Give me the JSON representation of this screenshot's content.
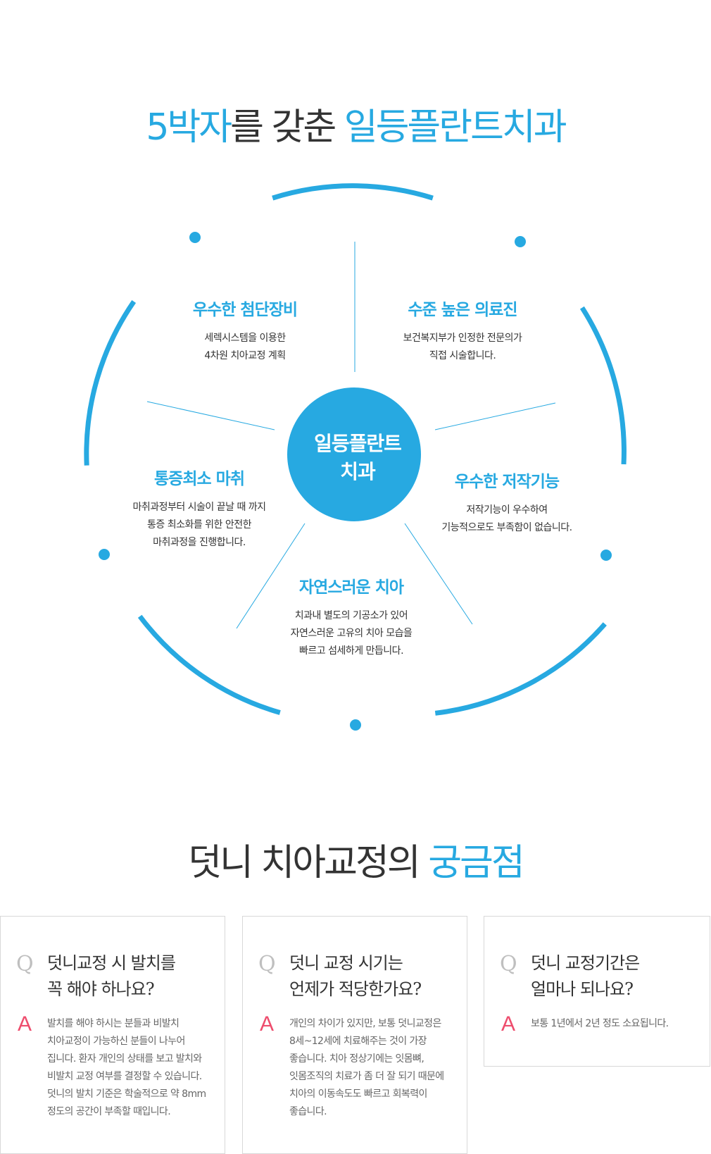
{
  "section1": {
    "title_blue1": "5박자",
    "title_mid": "를 갖춘 ",
    "title_blue2": "일등플란트치과"
  },
  "diagram": {
    "center_line1": "일등플란트",
    "center_line2": "치과",
    "colors": {
      "accent": "#27a9e1"
    },
    "features": [
      {
        "title": "우수한 첨단장비",
        "desc": "세렉시스템을 이용한\n4차원 치아교정 계획"
      },
      {
        "title": "수준 높은 의료진",
        "desc": "보건복지부가 인정한 전문의가\n직접 시술합니다."
      },
      {
        "title": "통증최소 마취",
        "desc": "마취과정부터 시술이 끝날 때 까지\n통증 최소화를 위한 안전한\n마취과정을 진행합니다."
      },
      {
        "title": "우수한 저작기능",
        "desc": "저작기능이 우수하여\n기능적으로도 부족함이 없습니다."
      },
      {
        "title": "자연스러운 치아",
        "desc": "치과내 별도의 기공소가 있어\n자연스러운 고유의 치아 모습을\n빠르고 섬세하게 만듭니다."
      }
    ]
  },
  "section2": {
    "title_main": "덧니 치아교정의 ",
    "title_blue": "궁금점"
  },
  "faq": {
    "q_mark": "Q",
    "a_mark": "A",
    "colors": {
      "q_mark": "#bfbfbf",
      "a_mark": "#ee4d6d"
    },
    "items": [
      {
        "question": "덧니교정 시 발치를\n꼭 해야 하나요?",
        "answer": "발치를 해야 하시는 분들과 비발치\n치아교정이 가능하신 분들이 나누어\n집니다. 환자 개인의 상태를 보고 발치와\n비발치 교정 여부를 결정할 수 있습니다.\n덧니의 발치 기준은 학술적으로 약 8mm\n정도의 공간이 부족할 때입니다."
      },
      {
        "question": "덧니 교정 시기는\n언제가 적당한가요?",
        "answer": "개인의 차이가 있지만, 보통 덧니교정은\n8세~12세에 치료해주는 것이 가장\n좋습니다. 치아 정상기에는 잇몸뼈,\n잇몸조직의 치료가 좀 더 잘 되기 때문에\n치아의 이동속도도 빠르고 회복력이\n좋습니다."
      },
      {
        "question": "덧니 교정기간은\n얼마나 되나요?",
        "answer": "보통 1년에서 2년 정도 소요됩니다."
      }
    ]
  }
}
